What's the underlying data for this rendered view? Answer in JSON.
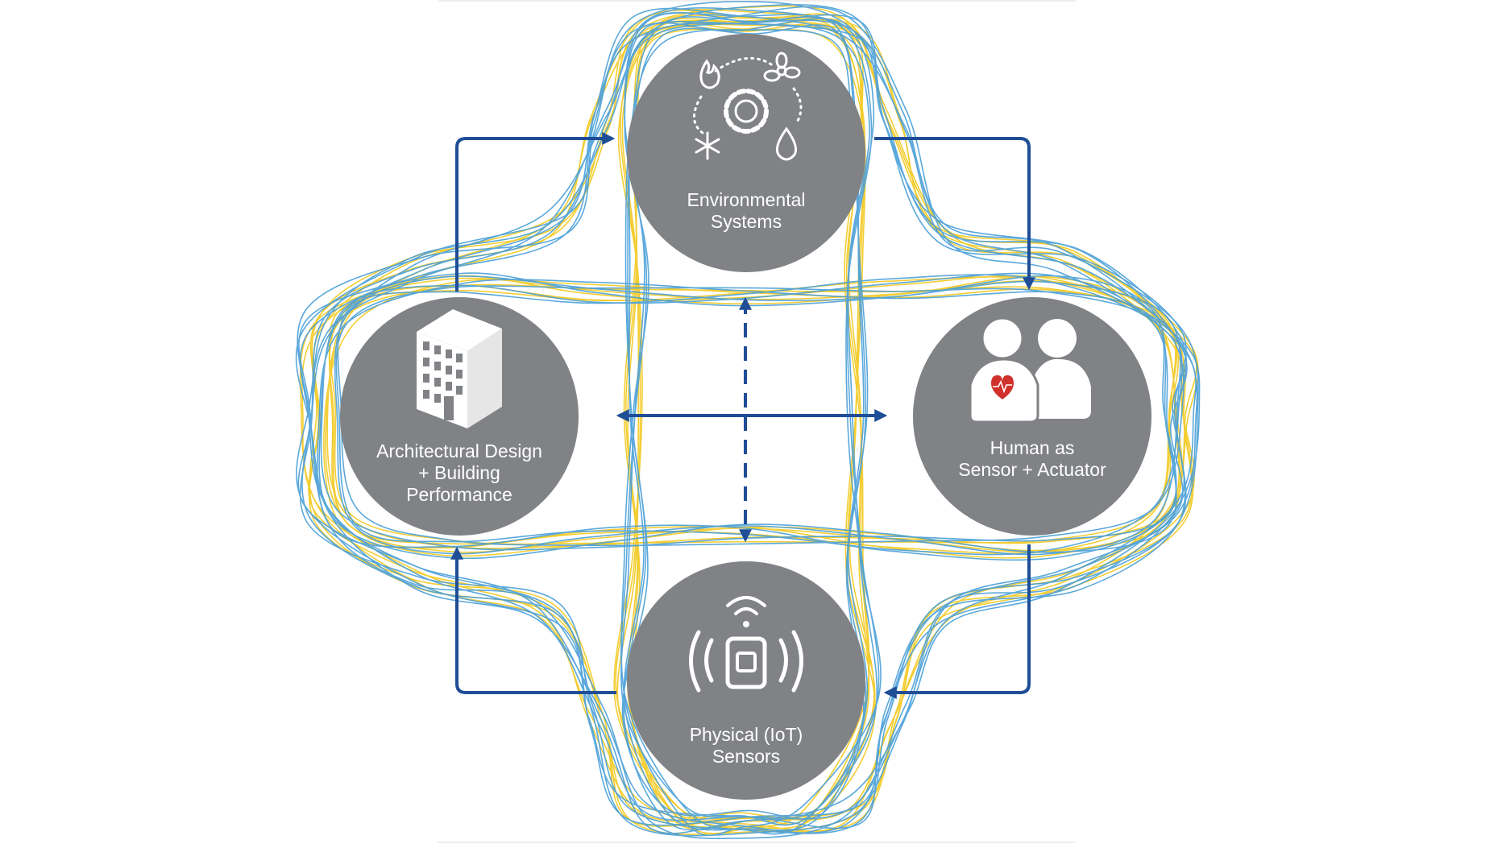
{
  "diagram": {
    "nodes": {
      "environmental": {
        "lines": [
          "Environmental",
          "Systems"
        ],
        "icon": "hvac-cycle-icon"
      },
      "human": {
        "lines": [
          "Human as",
          "Sensor + Actuator"
        ],
        "icon": "people-heart-icon"
      },
      "physical": {
        "lines": [
          "Physical (IoT)",
          "Sensors"
        ],
        "icon": "iot-sensor-icon"
      },
      "architectural": {
        "lines": [
          "Architectural Design",
          "+ Building",
          "Performance"
        ],
        "icon": "building-icon"
      }
    },
    "colors": {
      "node_fill": "#808285",
      "arrow_blue": "#1f4e96",
      "loop_yellow": "#f2c81e",
      "loop_blue": "#4a9fd8",
      "heart_red": "#d0312d",
      "page_bg": "#ffffff"
    }
  }
}
